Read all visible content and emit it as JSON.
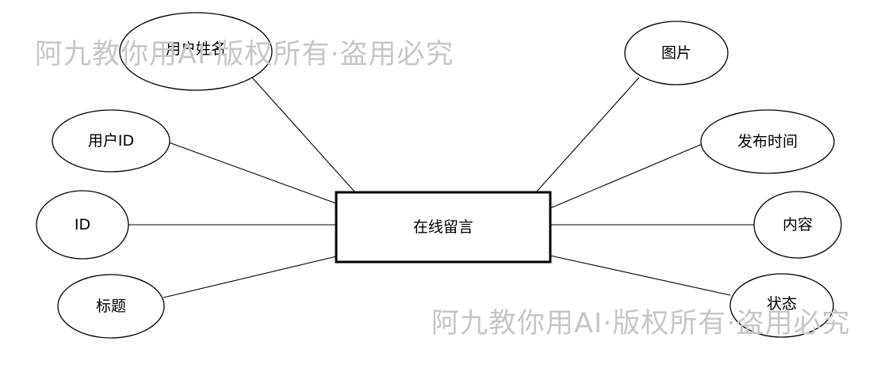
{
  "entity": {
    "label": "在线留言"
  },
  "attributes": [
    {
      "id": "user-name",
      "label": "用户姓名"
    },
    {
      "id": "user-id",
      "label": "用户ID"
    },
    {
      "id": "id",
      "label": "ID"
    },
    {
      "id": "title",
      "label": "标题"
    },
    {
      "id": "image",
      "label": "图片"
    },
    {
      "id": "publish-time",
      "label": "发布时间"
    },
    {
      "id": "content",
      "label": "内容"
    },
    {
      "id": "status",
      "label": "状态"
    }
  ],
  "watermarks": [
    "阿九教你用AI·版权所有·盗用必究",
    "阿九教你用AI·版权所有·盗用必究"
  ]
}
